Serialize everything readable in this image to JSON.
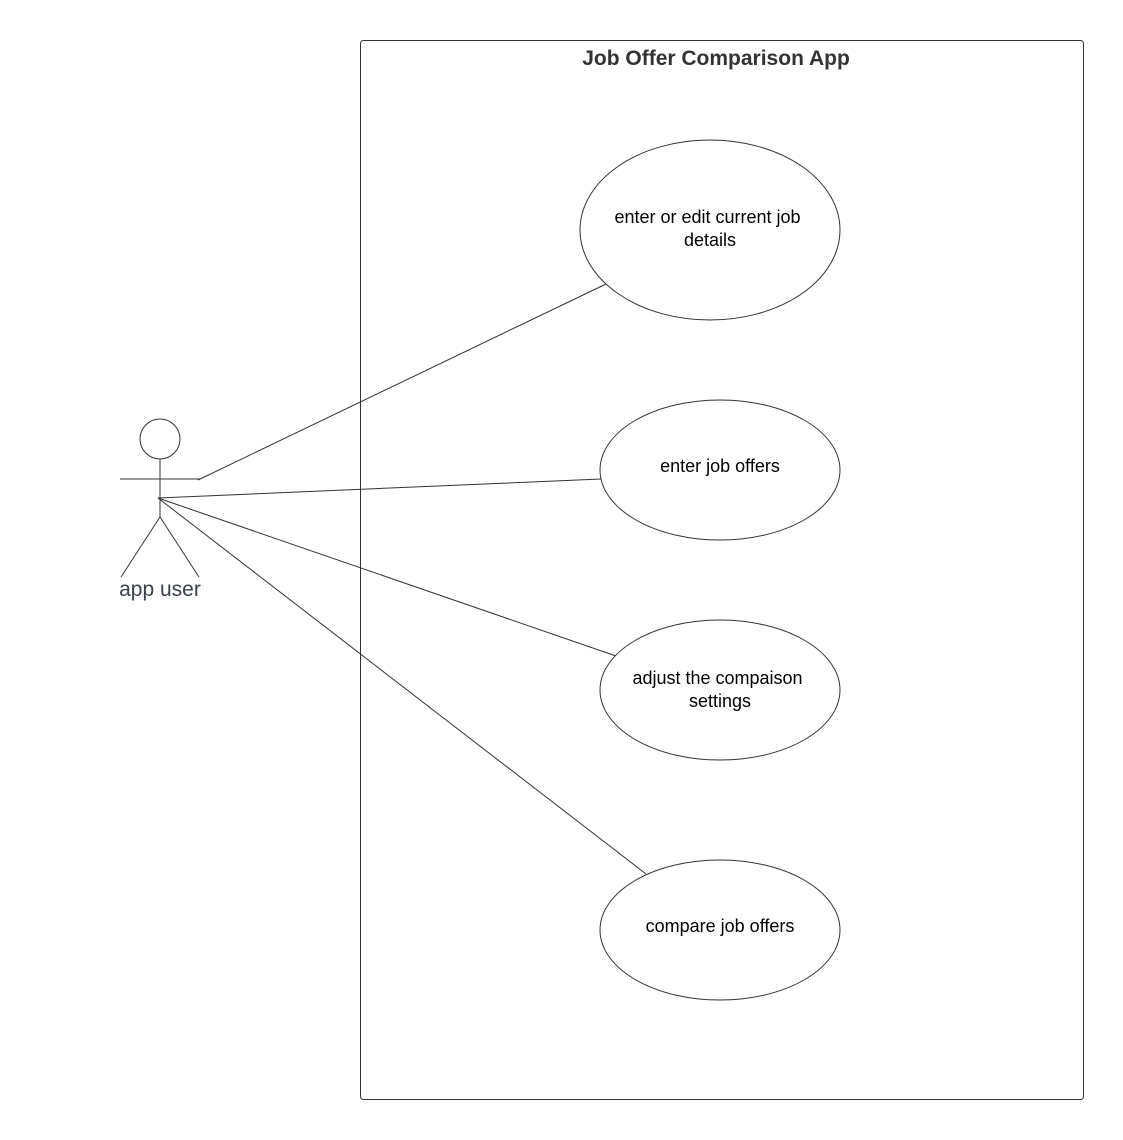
{
  "system": {
    "title": "Job Offer Comparison App"
  },
  "actor": {
    "label": "app user"
  },
  "use_cases": [
    {
      "id": "uc1",
      "lines": [
        "enter or edit current job",
        "details"
      ]
    },
    {
      "id": "uc2",
      "lines": [
        "enter job offers"
      ]
    },
    {
      "id": "uc3",
      "lines": [
        "adjust the compaison",
        "settings"
      ]
    },
    {
      "id": "uc4",
      "lines": [
        "compare job offers"
      ]
    }
  ],
  "colors": {
    "stroke": "#333333",
    "title_text": "#333333",
    "actor_text": "#3a414a",
    "background": "#ffffff"
  }
}
